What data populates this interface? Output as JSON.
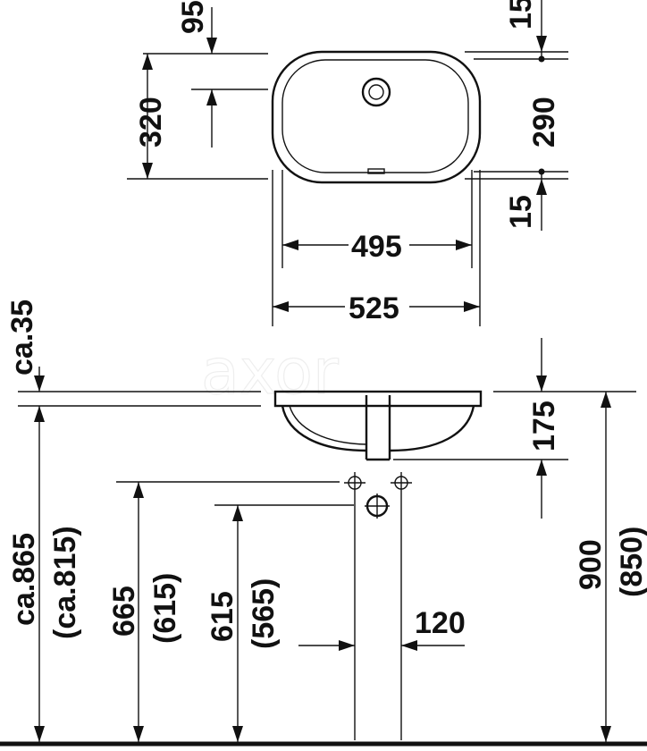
{
  "watermark": "axor",
  "top_view": {
    "dim_95": "95",
    "dim_320": "320",
    "dim_15_top": "15",
    "dim_290": "290",
    "dim_15_bottom": "15",
    "dim_495": "495",
    "dim_525": "525"
  },
  "side_view": {
    "dim_ca35": "ca.35",
    "dim_175": "175",
    "dim_ca865": "ca.865",
    "dim_ca815": "(ca.815)",
    "dim_665": "665",
    "dim_615_paren": "(615)",
    "dim_615": "615",
    "dim_565": "(565)",
    "dim_120": "120",
    "dim_900": "900",
    "dim_850": "(850)"
  }
}
